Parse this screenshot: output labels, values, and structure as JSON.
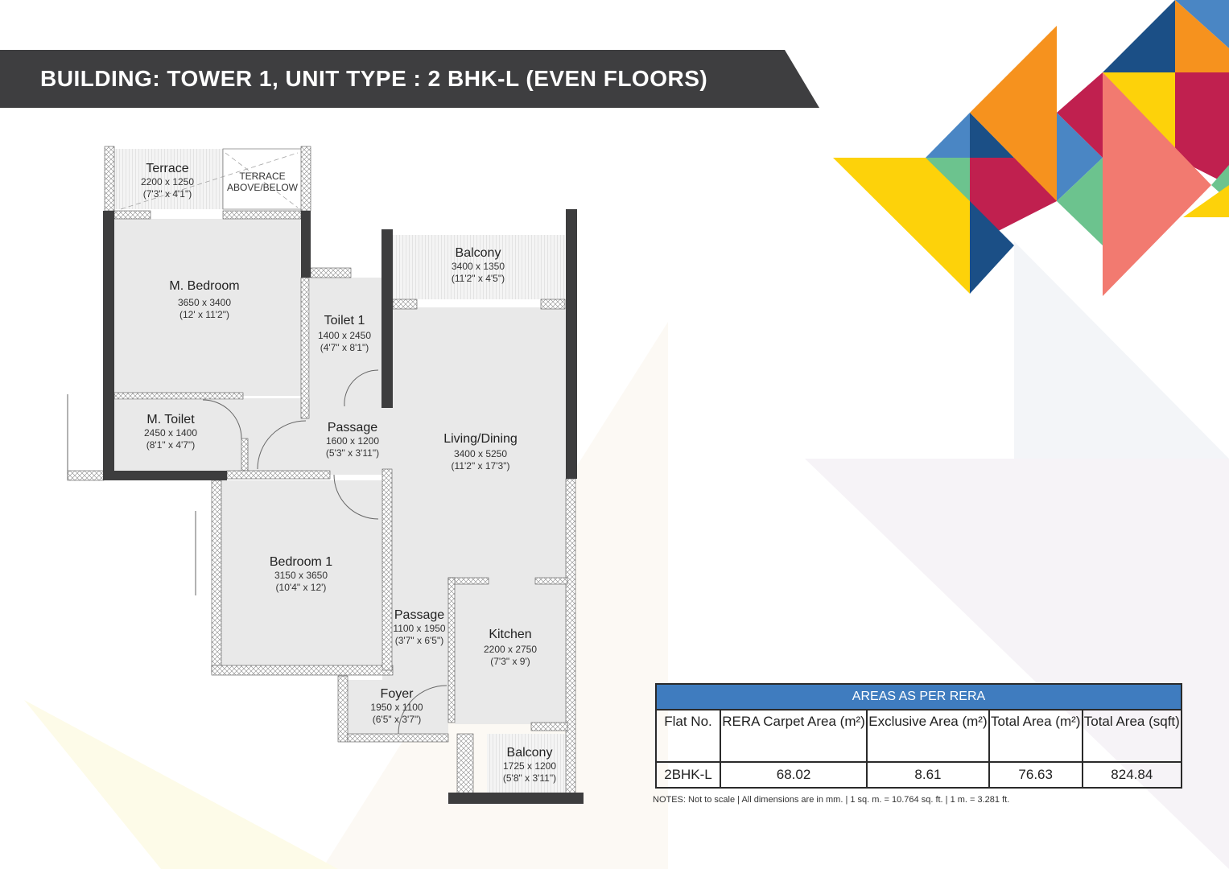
{
  "header": {
    "title": "BUILDING: TOWER 1, UNIT TYPE : 2 BHK-L (EVEN FLOORS)"
  },
  "colors": {
    "banner": "#3e3e40",
    "table_header": "#3f7cbf",
    "wall": "#3d3d3e",
    "floor": "#e9e9e9"
  },
  "rooms": [
    {
      "name": "Terrace",
      "dim": "2200 x 1250",
      "ft": "(7'3\" x 4'1\")"
    },
    {
      "name": "M. Bedroom",
      "dim": "3650 x 3400",
      "ft": "(12' x 11'2\")"
    },
    {
      "name": "Toilet 1",
      "dim": "1400 x 2450",
      "ft": "(4'7\" x 8'1\")"
    },
    {
      "name": "Balcony",
      "dim": "3400 x 1350",
      "ft": "(11'2\" x 4'5\")"
    },
    {
      "name": "M. Toilet",
      "dim": "2450 x 1400",
      "ft": "(8'1\" x 4'7\")"
    },
    {
      "name": "Passage",
      "dim": "1600 x 1200",
      "ft": "(5'3\" x 3'11\")"
    },
    {
      "name": "Living/Dining",
      "dim": "3400 x 5250",
      "ft": "(11'2\" x 17'3\")"
    },
    {
      "name": "Bedroom 1",
      "dim": "3150 x 3650",
      "ft": "(10'4\" x 12')"
    },
    {
      "name": "Passage",
      "dim": "1100 x 1950",
      "ft": "(3'7\" x 6'5\")"
    },
    {
      "name": "Kitchen",
      "dim": "2200 x 2750",
      "ft": "(7'3\" x 9')"
    },
    {
      "name": "Foyer",
      "dim": "1950 x 1100",
      "ft": "(6'5\" x 3'7\")"
    },
    {
      "name": "Balcony",
      "dim": "1725 x 1200",
      "ft": "(5'8\" x 3'11\")"
    }
  ],
  "terrace_note": {
    "line1": "TERRACE",
    "line2": "ABOVE/BELOW"
  },
  "table": {
    "caption": "AREAS AS PER RERA",
    "headers": [
      "Flat No.",
      "RERA Carpet Area (m²)",
      "Exclusive Area (m²)",
      "Total Area (m²)",
      "Total Area (sqft)"
    ],
    "row": [
      "2BHK-L",
      "68.02",
      "8.61",
      "76.63",
      "824.84"
    ]
  },
  "notes": "NOTES: Not to scale | All dimensions are in mm. | 1 sq. m. = 10.764 sq. ft. | 1 m. = 3.281 ft."
}
